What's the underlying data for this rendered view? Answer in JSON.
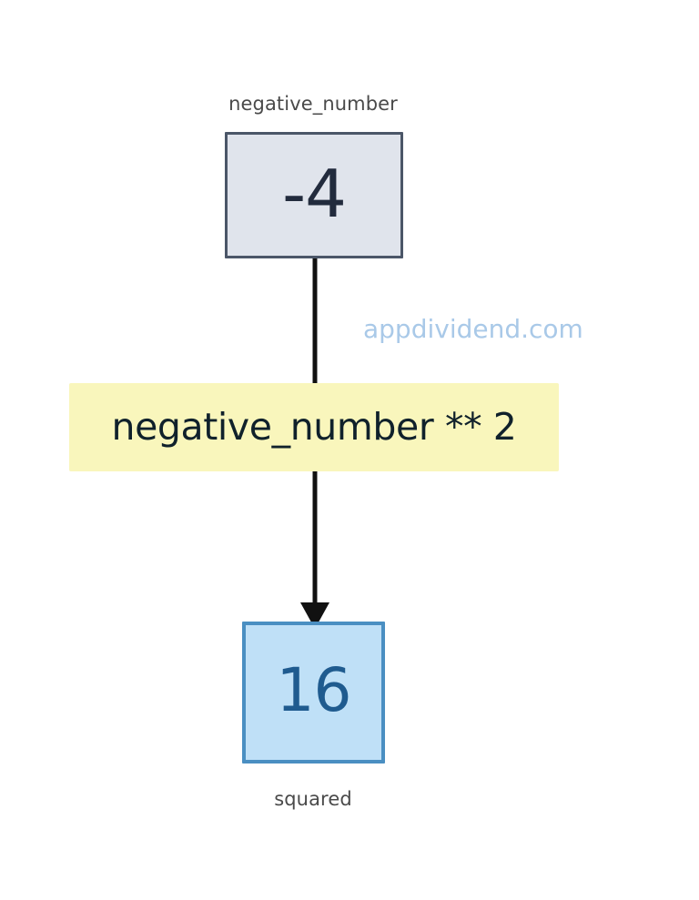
{
  "diagram": {
    "type": "flowchart",
    "background_color": "#ffffff",
    "nodes": [
      {
        "id": "input",
        "caption": "negative_number",
        "value": "-4",
        "fill_color": "#e0e4ec",
        "border_color": "#4b5668",
        "text_color": "#222b3d",
        "caption_position": "above"
      },
      {
        "id": "operation",
        "caption": "",
        "value": "negative_number ** 2",
        "fill_color": "#f9f6bc",
        "border_color": "none",
        "text_color": "#10212b",
        "caption_position": "none"
      },
      {
        "id": "output",
        "caption": "squared",
        "value": "16",
        "fill_color": "#bfe0f7",
        "border_color": "#4a8fc2",
        "text_color": "#1f5b8f",
        "caption_position": "below"
      }
    ],
    "edges": [
      {
        "id": "edge-input-operation",
        "from": "input",
        "to": "operation",
        "arrowhead": "none",
        "color": "#111111"
      },
      {
        "id": "edge-operation-output",
        "from": "operation",
        "to": "output",
        "arrowhead": "filled-triangle",
        "color": "#111111"
      }
    ]
  },
  "watermark": {
    "text": "appdividend.com",
    "color": "#a9c9e8"
  }
}
